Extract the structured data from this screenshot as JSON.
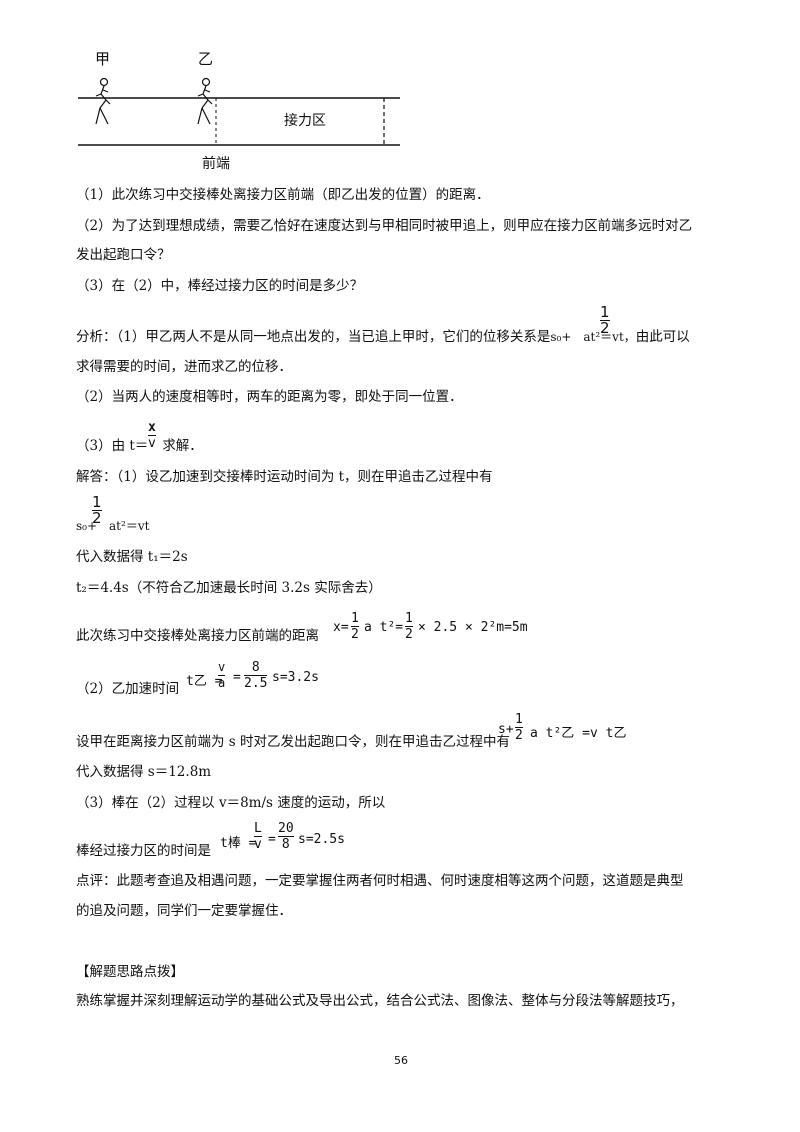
{
  "figure": {
    "runner_a": "甲",
    "runner_b": "乙",
    "zone_label": "接力区",
    "front_label": "前端"
  },
  "questions": {
    "q1": "（1）此次练习中交接棒处离接力区前端（即乙出发的位置）的距离．",
    "q2_line1": "（2）为了达到理想成绩，需要乙恰好在速度达到与甲相同时被甲追上，则甲应在接力区前端多远时对乙",
    "q2_line2": "发出起跑口令？",
    "q3": "（3）在（2）中，棒经过接力区的时间是多少？"
  },
  "analysis": {
    "line1_pre": "分析：（1）甲乙两人不是从同一地点出发的，当已追上甲时，它们的位移关系是",
    "line1_formula_s0": "s₀+",
    "line1_formula_frac_num": "1",
    "line1_formula_frac_den": "2",
    "line1_formula_rest": "at²＝vt，",
    "line1_post": "由此可以",
    "line2": "求得需要的时间，进而求乙的位移．",
    "line3": "（2）当两人的速度相等时，两车的距离为零，即处于同一位置．",
    "line4_pre": "（3）由 t＝",
    "line4_frac_num": "x",
    "line4_frac_den": "v",
    "line4_post": "求解．"
  },
  "solution": {
    "line1": "解答：（1）设乙加速到交接棒时运动时间为 t，则在甲追击乙过程中有",
    "eq1_s0": "s₀+",
    "eq1_frac_num": "1",
    "eq1_frac_den": "2",
    "eq1_rest": "at²＝vt",
    "line_t1": "代入数据得 t₁＝2s",
    "line_t2": "t₂＝4.4s（不符合乙加速最长时间 3.2s 实际舍去）",
    "dist_text": "此次练习中交接棒处离接力区前端的距离",
    "dist_eq_x": "x=",
    "dist_frac1_num": "1",
    "dist_frac1_den": "2",
    "dist_eq_mid": "a t²=",
    "dist_frac2_num": "1",
    "dist_frac2_den": "2",
    "dist_eq_end": "× 2.5 × 2²m=5m",
    "accel_text": "（2）乙加速时间",
    "accel_eq_t": "t乙 =",
    "accel_frac1_num": "v",
    "accel_frac1_den": "a",
    "accel_eq_mid": "=",
    "accel_frac2_num": "8",
    "accel_frac2_den": "2.5",
    "accel_eq_end": "s=3.2s",
    "set_text": "设甲在距离接力区前端为 s 时对乙发出起跑口令，则在甲追击乙过程中有",
    "set_eq_s": "s+",
    "set_frac_num": "1",
    "set_frac_den": "2",
    "set_eq_end": "a t²乙 =v t乙",
    "line_s": "代入数据得 s＝12.8m",
    "line_q3": "（3）棒在（2）过程以 v＝8m/s 速度的运动，所以",
    "rod_text": "棒经过接力区的时间是",
    "rod_eq_t": "t棒 =",
    "rod_frac1_num": "L",
    "rod_frac1_den": "v",
    "rod_eq_mid": "=",
    "rod_frac2_num": "20",
    "rod_frac2_den": "8",
    "rod_eq_end": "s=2.5s"
  },
  "comment": {
    "line1": "点评：此题考查追及相遇问题，一定要掌握住两者何时相遇、何时速度相等这两个问题，这道题是典型",
    "line2": "的追及问题，同学们一定要掌握住．"
  },
  "tips": {
    "heading": "【解题思路点拨】",
    "line1": "熟练掌握并深刻理解运动学的基础公式及导出公式，结合公式法、图像法、整体与分段法等解题技巧，"
  },
  "page_number": "56"
}
